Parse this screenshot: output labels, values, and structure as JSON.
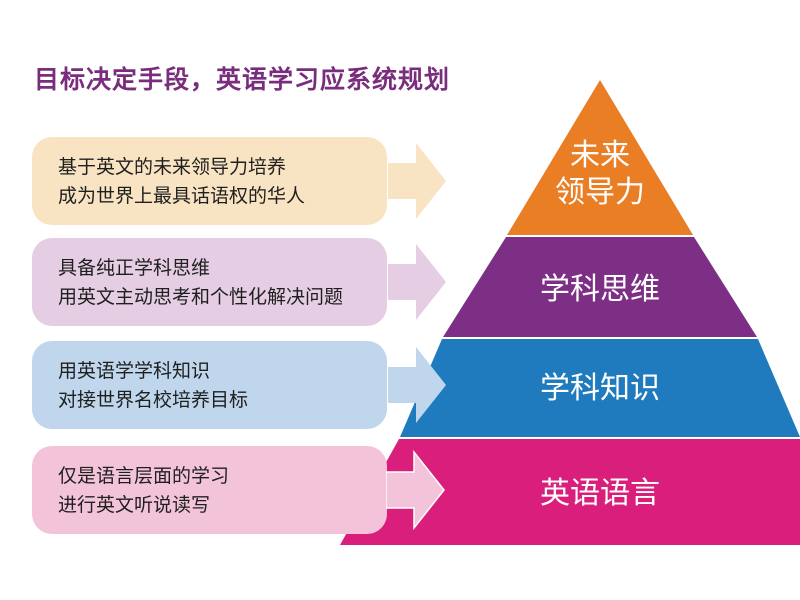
{
  "title": "目标决定手段，英语学习应系统规划",
  "pyramid_layers": [
    {
      "label_lines": [
        "未来",
        "领导力"
      ],
      "color": "#ea7e24"
    },
    {
      "label_lines": [
        "学科思维"
      ],
      "color": "#7d2f86"
    },
    {
      "label_lines": [
        "学科知识"
      ],
      "color": "#1f7bbd"
    },
    {
      "label_lines": [
        "英语语言"
      ],
      "color": "#d91f7b"
    }
  ],
  "descriptions": [
    {
      "lines": [
        "基于英文的未来领导力培养",
        "成为世界上最具话语权的华人"
      ],
      "fill": "#f8e3c2"
    },
    {
      "lines": [
        "具备纯正学科思维",
        "用英文主动思考和个性化解决问题"
      ],
      "fill": "#e5cde3"
    },
    {
      "lines": [
        "用英语学学科知识",
        "对接世界名校培养目标"
      ],
      "fill": "#bfd6ec"
    },
    {
      "lines": [
        "仅是语言层面的学习",
        "进行英文听说读写"
      ],
      "fill": "#f3c4d9"
    }
  ]
}
